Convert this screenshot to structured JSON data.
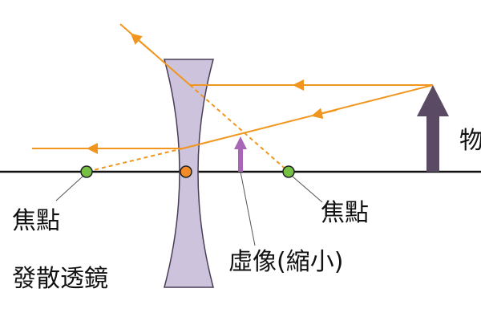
{
  "labels": {
    "left_focus": "焦點",
    "right_focus": "焦點",
    "lens": "發散透鏡",
    "virtual_image": "虛像(縮小)",
    "object": "物"
  },
  "colors": {
    "ray": "#f0961e",
    "axis": "#111111",
    "lens_fill": "#cdc3dd",
    "lens_stroke": "#4a3d57",
    "object_arrow": "#5a4a63",
    "image_arrow": "#a866b6",
    "focus_point": "#76c043",
    "lens_center": "#f28c28",
    "leader_line": "#555555"
  }
}
